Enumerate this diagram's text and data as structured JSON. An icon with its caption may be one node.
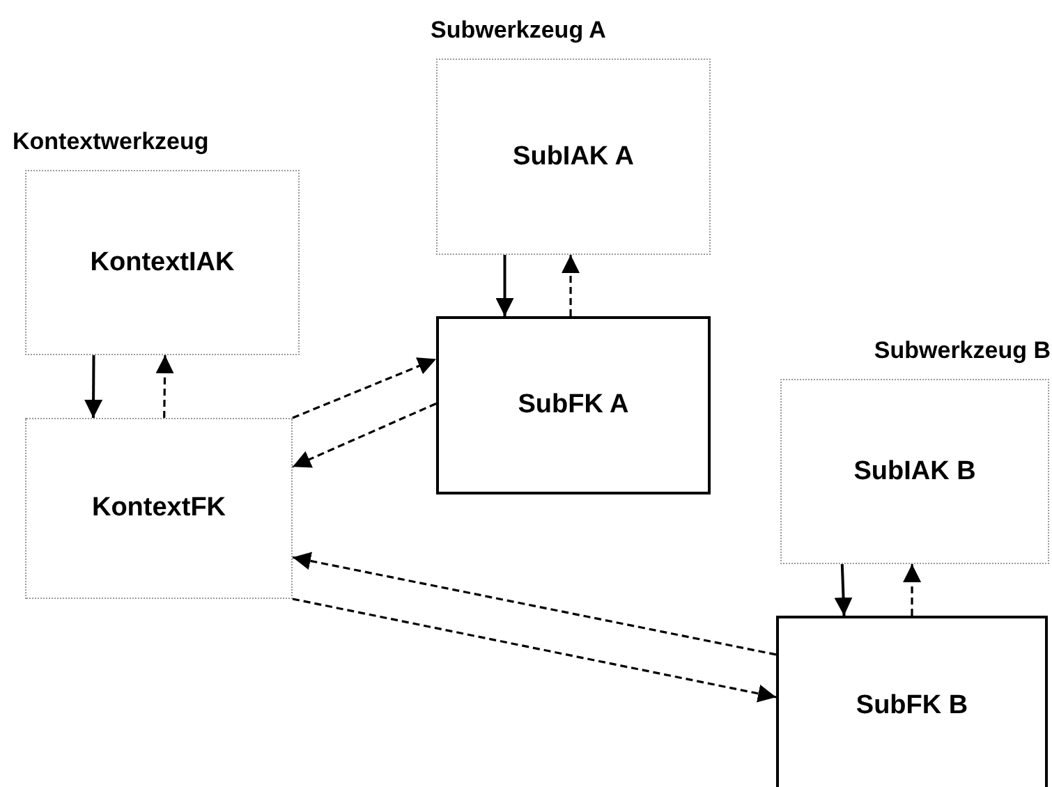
{
  "diagram": {
    "nodes": [
      {
        "text": [
          "Subwerkzeug A",
          "SubIAK A"
        ]
      },
      {
        "text": [
          "Kontextwerkzeug",
          "KontextIAK"
        ]
      },
      {
        "text": [
          "SubFK A"
        ]
      },
      {
        "text": [
          "KontextFK"
        ]
      },
      {
        "text": [
          "Subwerkzeug B",
          "SubIAK B"
        ]
      },
      {
        "text": [
          "SubFK B"
        ]
      }
    ],
    "edges": [
      {
        "from": 1,
        "to": 3,
        "arrow": "to"
      },
      {
        "from": 3,
        "to": 1,
        "arrow": "to",
        "style": "dashed"
      },
      {
        "from": 0,
        "to": 2,
        "arrow": "to"
      },
      {
        "from": 2,
        "to": 0,
        "arrow": "to",
        "style": "dashed"
      },
      {
        "from": 3,
        "to": 2,
        "arrow": "to",
        "style": "dashed"
      },
      {
        "from": 2,
        "to": 3,
        "arrow": "to",
        "style": "dashed"
      },
      {
        "from": 4,
        "to": 5,
        "arrow": "to"
      },
      {
        "from": 5,
        "to": 4,
        "arrow": "to",
        "style": "dashed"
      },
      {
        "from": 5,
        "to": 3,
        "arrow": "to",
        "style": "dashed"
      },
      {
        "from": 3,
        "to": 5,
        "arrow": "to",
        "style": "dashed"
      }
    ]
  }
}
